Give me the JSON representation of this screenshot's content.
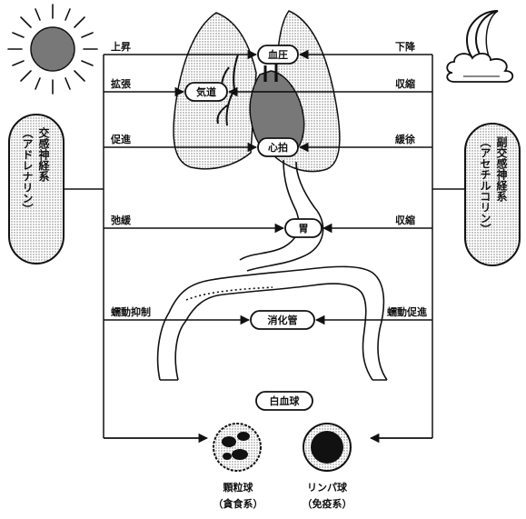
{
  "nerves": {
    "sympathetic": {
      "name": "交感神経系",
      "transmitter": "（アドレナリン）"
    },
    "parasympathetic": {
      "name": "副交感神経系",
      "transmitter": "（アセチルコリン）"
    }
  },
  "organs": {
    "blood_pressure": "血圧",
    "airway": "気道",
    "heartbeat": "心拍",
    "stomach": "胃",
    "intestine": "消化管",
    "white_blood_cells": "白血球"
  },
  "effects_left": {
    "blood_pressure": "上昇",
    "airway": "拡張",
    "heartbeat": "促進",
    "stomach": "弛緩",
    "intestine": "蠕動抑制"
  },
  "effects_right": {
    "blood_pressure": "下降",
    "airway": "収縮",
    "heartbeat": "緩徐",
    "stomach": "収縮",
    "intestine": "蠕動促進"
  },
  "cells": {
    "granulocyte": {
      "name": "顆粒球",
      "role": "（貪食系）"
    },
    "lymphocyte": {
      "name": "リンパ球",
      "role": "（免疫系）"
    }
  },
  "icons": [
    "sun-icon",
    "moon-icon",
    "cloud-icon"
  ],
  "colors": {
    "line": "#111111",
    "stipple": "#8a8a8a",
    "background": "#ffffff"
  }
}
